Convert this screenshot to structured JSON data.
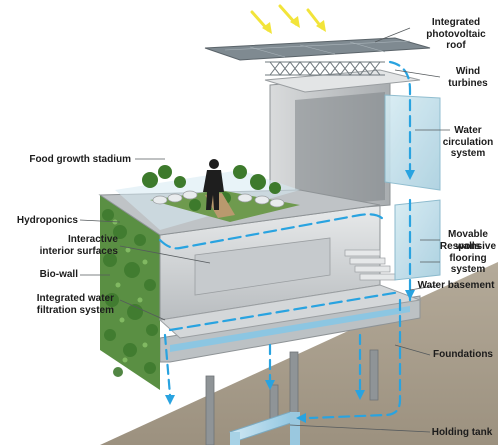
{
  "diagram": {
    "colors": {
      "ground": "#a79c8a",
      "concrete": "#c9ccce",
      "glass": "#b9d9e6",
      "water": "#29a3e0",
      "greenery": "#4f8a3a",
      "sun": "#f2e43a",
      "label_text": "#1c1c1c"
    },
    "labels_left": [
      {
        "key": "food",
        "lines": [
          "Food growth stadium"
        ]
      },
      {
        "key": "hydro",
        "lines": [
          "Hydroponics"
        ]
      },
      {
        "key": "interactive",
        "lines": [
          "Interactive",
          "interior surfaces"
        ]
      },
      {
        "key": "biowall",
        "lines": [
          "Bio-wall"
        ]
      },
      {
        "key": "filtration",
        "lines": [
          "Integrated water",
          "filtration system"
        ]
      }
    ],
    "labels_right": [
      {
        "key": "pv",
        "lines": [
          "Integrated",
          "photovoltaic",
          "roof"
        ]
      },
      {
        "key": "wind",
        "lines": [
          "Wind",
          "turbines"
        ]
      },
      {
        "key": "circ",
        "lines": [
          "Water",
          "circulation",
          "system"
        ]
      },
      {
        "key": "walls",
        "lines": [
          "Movable",
          "walls"
        ]
      },
      {
        "key": "floor",
        "lines": [
          "Responsive",
          "flooring",
          "system"
        ]
      },
      {
        "key": "basement",
        "lines": [
          "Water basement"
        ]
      },
      {
        "key": "found",
        "lines": [
          "Foundations"
        ]
      },
      {
        "key": "tank",
        "lines": [
          "Holding tank"
        ]
      }
    ]
  }
}
